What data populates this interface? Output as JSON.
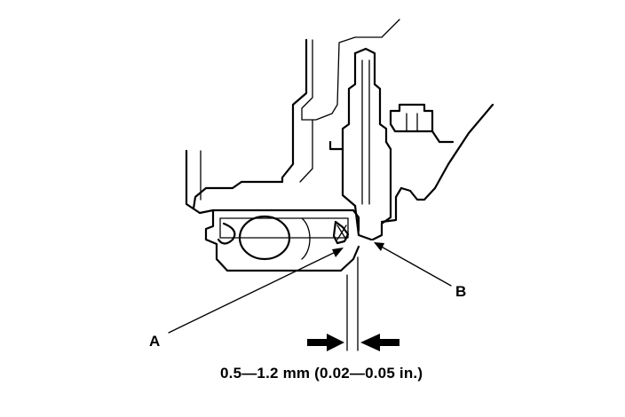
{
  "labels": {
    "a": "A",
    "b": "B"
  },
  "dimension": "0.5—1.2 mm (0.02—0.05 in.)",
  "colors": {
    "ink": "#000000",
    "paper": "#ffffff"
  },
  "icons": {
    "arrow_left": "arrow-right-icon",
    "arrow_right": "arrow-left-icon"
  }
}
